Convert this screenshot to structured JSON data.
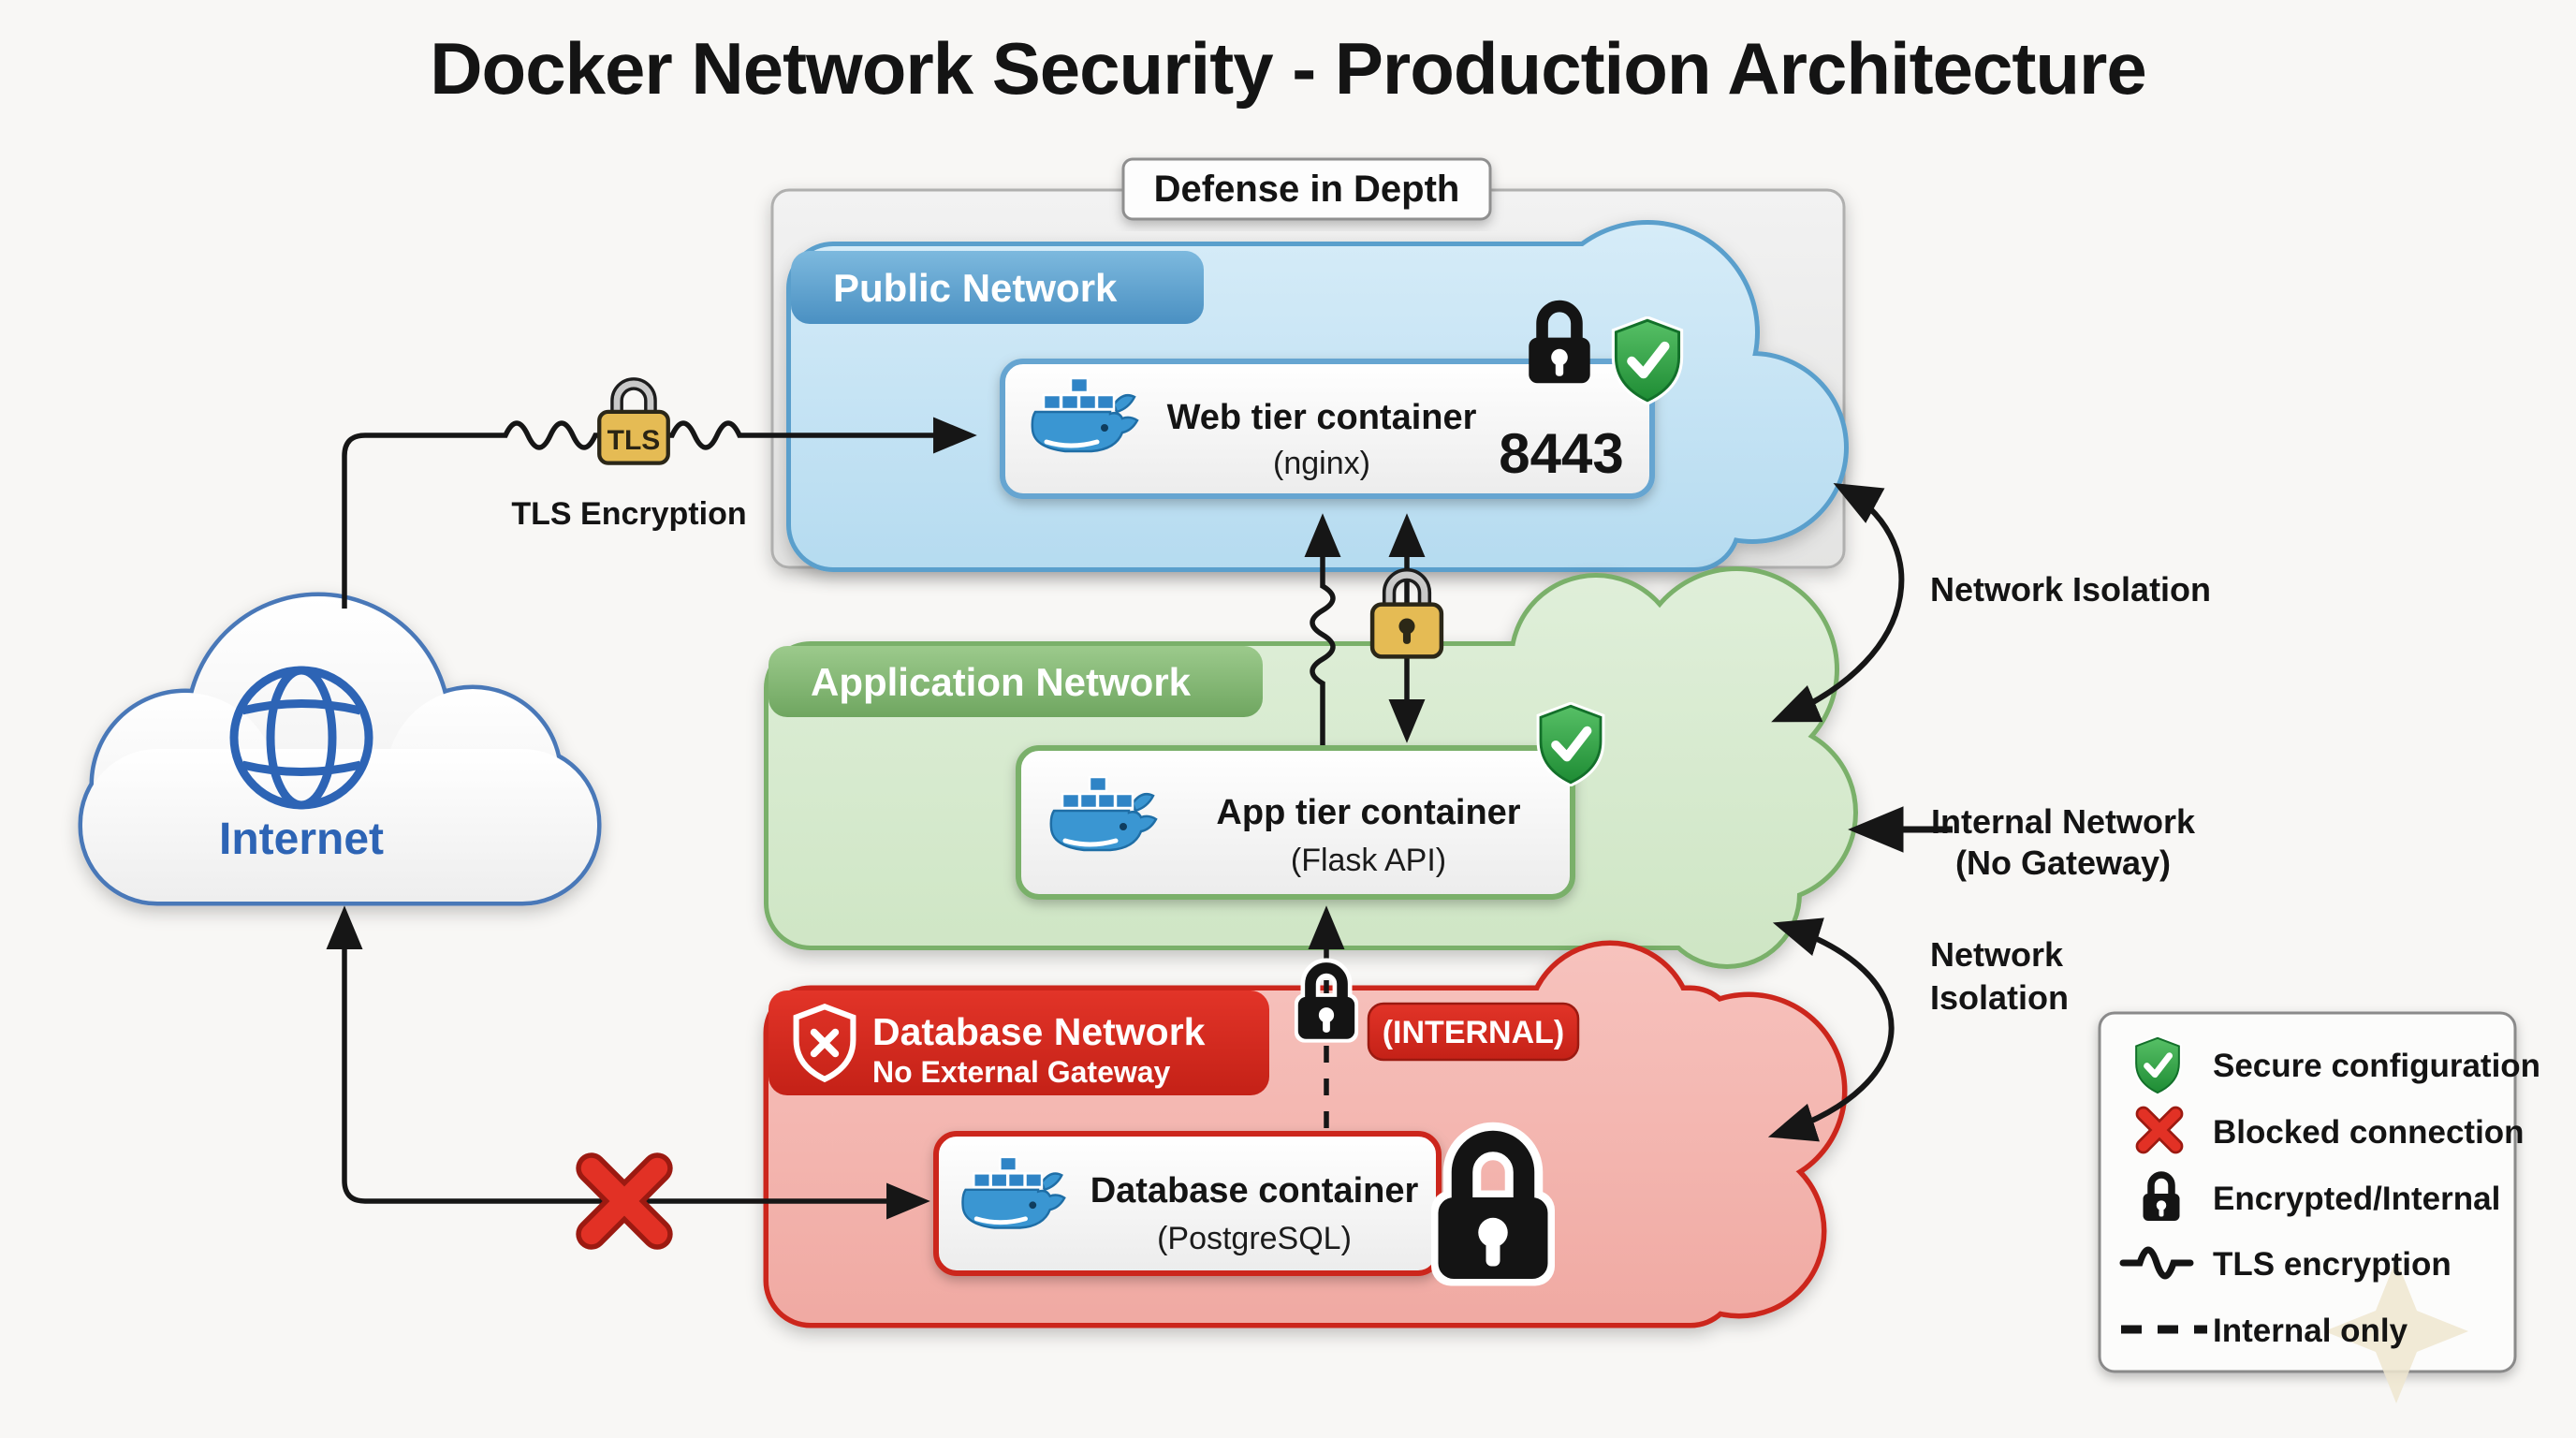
{
  "title": "Docker Network Security - Production Architecture",
  "defense_label": "Defense in Depth",
  "networks": {
    "public": {
      "label": "Public Network",
      "container": {
        "title": "Web tier container",
        "subtitle": "(nginx)"
      },
      "port": "8443"
    },
    "application": {
      "label": "Application Network",
      "container": {
        "title": "App tier container",
        "subtitle": "(Flask API)"
      }
    },
    "database": {
      "label": "Database Network",
      "sublabel": "No External Gateway",
      "container": {
        "title": "Database container",
        "subtitle": "(PostgreSQL)"
      },
      "internal_badge": "(INTERNAL)"
    }
  },
  "internet_label": "Internet",
  "tls": {
    "lock_label": "TLS",
    "caption": "TLS Encryption"
  },
  "annotations": {
    "isolation_top": "Network Isolation",
    "internal_net_line1": "Internal Network",
    "internal_net_line2": "(No Gateway)",
    "isolation_bottom_line1": "Network",
    "isolation_bottom_line2": "Isolation"
  },
  "legend": {
    "items": [
      {
        "icon": "shield-check-icon",
        "label": "Secure configuration"
      },
      {
        "icon": "blocked-x-icon",
        "label": "Blocked connection"
      },
      {
        "icon": "lock-icon",
        "label": "Encrypted/Internal"
      },
      {
        "icon": "tls-squiggle-icon",
        "label": "TLS encryption"
      },
      {
        "icon": "dashed-line-icon",
        "label": "Internal only"
      }
    ]
  },
  "colors": {
    "public_blue_border": "#5a9fcc",
    "public_blue_fill": "#c8e4f4",
    "app_green_border": "#7ab06a",
    "app_green_fill": "#d9ead3",
    "db_red": "#d5281f",
    "db_pink_fill": "#f5b8b3",
    "tls_gold": "#e6bc55",
    "shield_green": "#2f9e44",
    "ink": "#141414"
  }
}
